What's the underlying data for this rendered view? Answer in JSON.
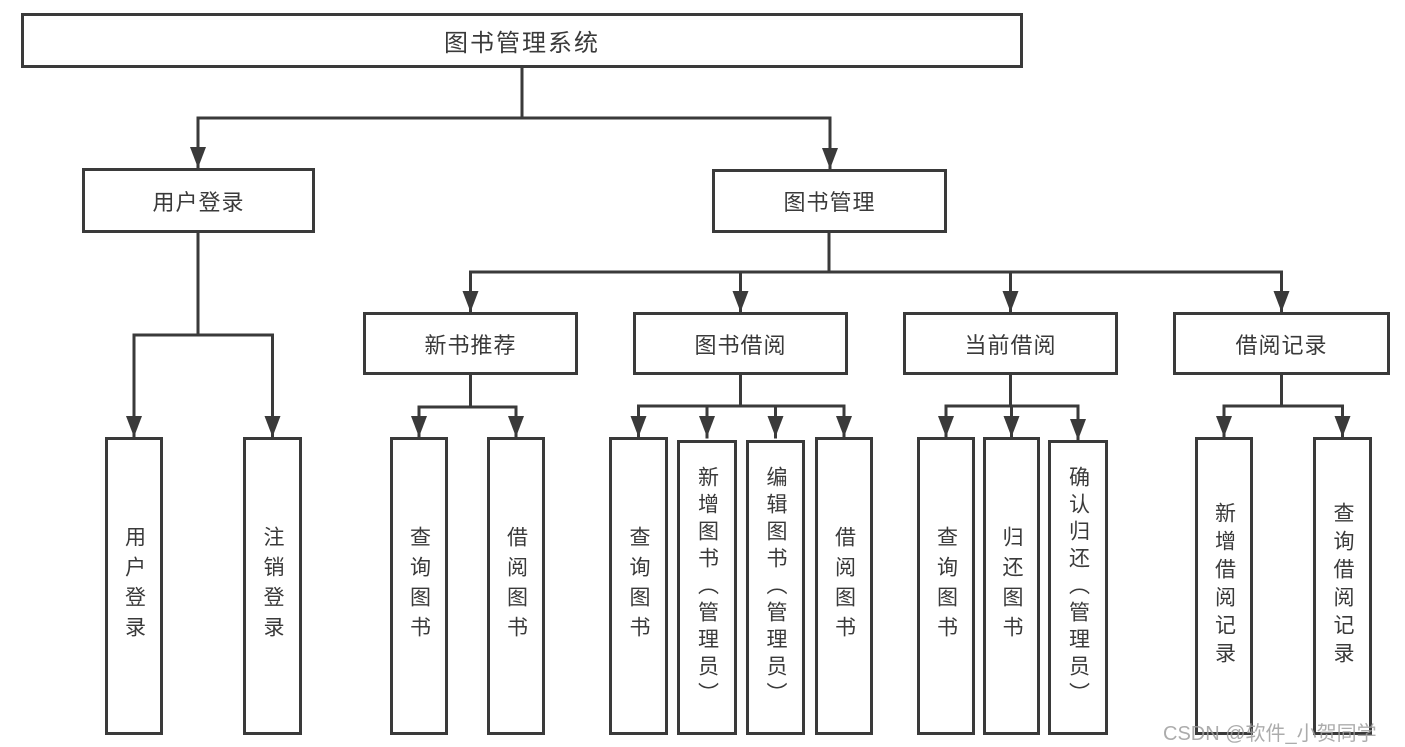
{
  "diagram": {
    "nodes": {
      "root": "图书管理系统",
      "user_login": "用户登录",
      "book_mgmt": "图书管理",
      "new_book": "新书推荐",
      "borrow": "图书借阅",
      "current": "当前借阅",
      "records": "借阅记录"
    },
    "leaves": {
      "user_login": [
        "用户登录",
        "注销登录"
      ],
      "new_book": [
        "查询图书",
        "借阅图书"
      ],
      "borrow": [
        "查询图书",
        "新增图书（管理员）",
        "编辑图书（管理员）",
        "借阅图书"
      ],
      "current": [
        "查询图书",
        "归还图书",
        "确认归还（管理员）"
      ],
      "records": [
        "新增借阅记录",
        "查询借阅记录"
      ]
    },
    "watermark": "CSDN @软件_小贺同学",
    "colors": {
      "line": "#3a3a3a",
      "text": "#3a3a3a",
      "background": "#ffffff",
      "watermark": "#9e9e9e"
    }
  }
}
